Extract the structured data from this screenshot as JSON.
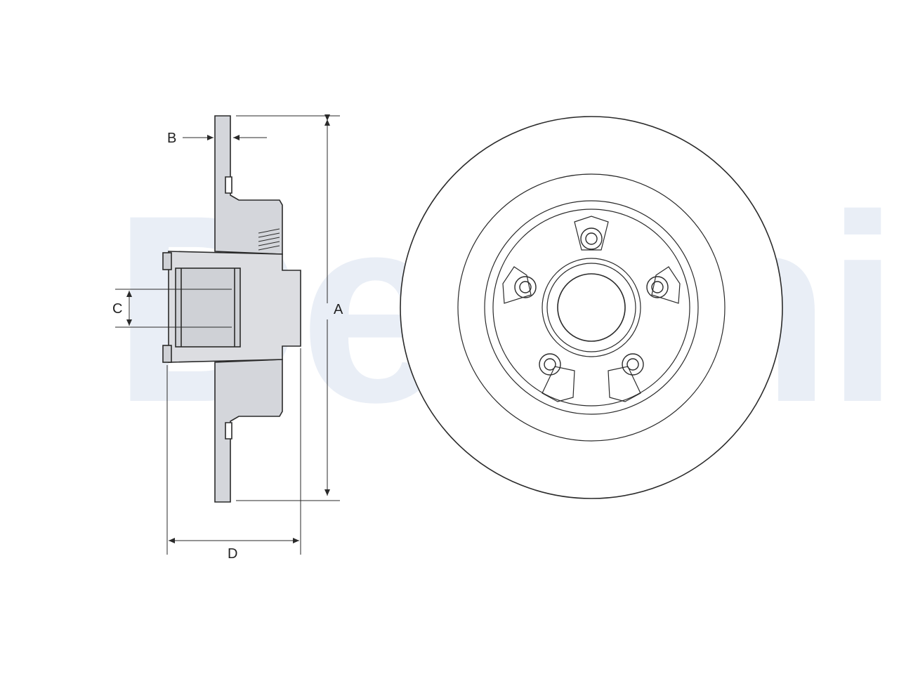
{
  "diagram": {
    "watermark_text": "Delphi",
    "dimension_labels": {
      "A": "A",
      "B": "B",
      "C": "C",
      "D": "D"
    },
    "colors": {
      "part_fill": "#d4d6db",
      "hub_fill": "#dcdde1",
      "line": "#2a2a2a",
      "watermark": "#e9eef6"
    }
  }
}
